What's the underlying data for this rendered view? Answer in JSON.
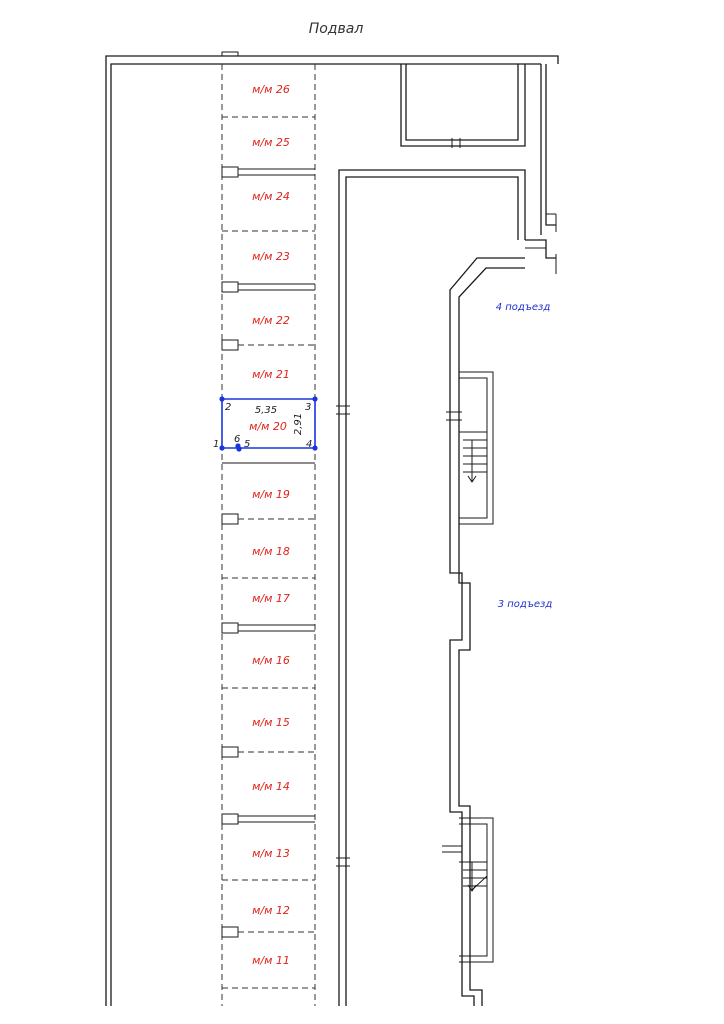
{
  "plan": {
    "title": "Подвал",
    "entrances": [
      "4 подъезд",
      "3 подъезд"
    ],
    "spaces": [
      {
        "label": "м/м 26"
      },
      {
        "label": "м/м 25"
      },
      {
        "label": "м/м 24"
      },
      {
        "label": "м/м 23"
      },
      {
        "label": "м/м 22"
      },
      {
        "label": "м/м 21"
      },
      {
        "label": "м/м 20"
      },
      {
        "label": "м/м 19"
      },
      {
        "label": "м/м 18"
      },
      {
        "label": "м/м 17"
      },
      {
        "label": "м/м 16"
      },
      {
        "label": "м/м 15"
      },
      {
        "label": "м/м 14"
      },
      {
        "label": "м/м 13"
      },
      {
        "label": "м/м 12"
      },
      {
        "label": "м/м 11"
      }
    ],
    "selected_space": {
      "label": "м/м 20",
      "length": "5,35",
      "width": "2,91",
      "vertices": [
        "1",
        "2",
        "3",
        "4",
        "5",
        "6"
      ]
    }
  }
}
